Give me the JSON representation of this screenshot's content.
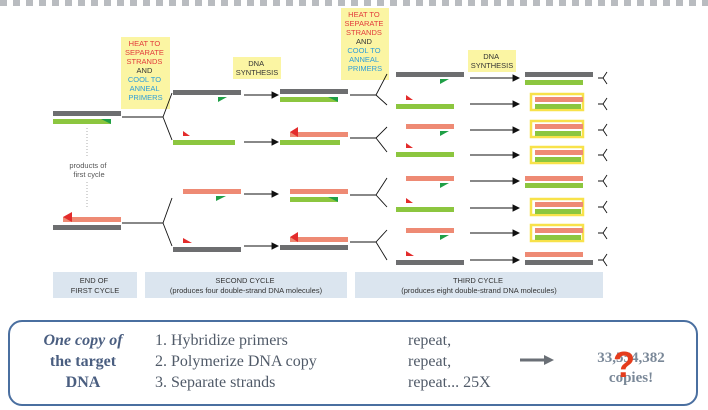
{
  "diagram": {
    "callouts": {
      "heat1": [
        "HEAT TO",
        "SEPARATE",
        "STRANDS",
        "AND",
        "COOL TO",
        "ANNEAL",
        "PRIMERS"
      ],
      "synth1": [
        "DNA",
        "SYNTHESIS"
      ],
      "heat2": [
        "HEAT TO",
        "SEPARATE",
        "STRANDS",
        "AND",
        "COOL TO",
        "ANNEAL",
        "PRIMERS"
      ],
      "synth2": [
        "DNA",
        "SYNTHESIS"
      ]
    },
    "products_label": [
      "products of",
      "first cycle"
    ],
    "bottom_labels": {
      "end_first": [
        "END OF",
        "FIRST CYCLE"
      ],
      "second": [
        "SECOND CYCLE",
        "(produces four double-strand  DNA molecules)"
      ],
      "third": [
        "THIRD CYCLE",
        "(produces eight double-strand DNA molecules)"
      ]
    }
  },
  "panel": {
    "target": {
      "line1": "One copy of",
      "line2": "the target",
      "line3": "DNA"
    },
    "steps": [
      "1. Hybridize primers",
      "2. Polymerize DNA copy",
      "3. Separate strands"
    ],
    "repeats": [
      "repeat,",
      "repeat,",
      "repeat... 25X"
    ],
    "result": {
      "line1": "33,554,382",
      "line2": "copies!"
    }
  },
  "colors": {
    "green": "#8cc63f",
    "salmon": "#ee8a74",
    "dark_gray": "#6d6e70",
    "primer_red": "#e32b2b",
    "primer_green": "#1f9f46",
    "callout_bg": "#fbf5a3",
    "label_bg": "#dbe5ef",
    "highlight": "#f8e24a",
    "panel_border": "#4a6fa0",
    "question": "#e53c1c"
  }
}
